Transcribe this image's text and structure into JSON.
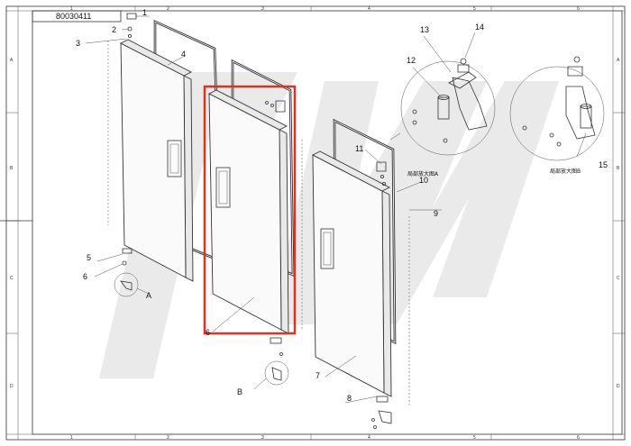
{
  "title_block": {
    "code": "80030411"
  },
  "callouts": [
    {
      "id": "c1",
      "text": "1"
    },
    {
      "id": "c2",
      "text": "2"
    },
    {
      "id": "c3",
      "text": "3"
    },
    {
      "id": "c4",
      "text": "4"
    },
    {
      "id": "c5",
      "text": "5"
    },
    {
      "id": "c6",
      "text": "6"
    },
    {
      "id": "c7",
      "text": "7"
    },
    {
      "id": "c8",
      "text": "8"
    },
    {
      "id": "c9",
      "text": "9"
    },
    {
      "id": "c10",
      "text": "10"
    },
    {
      "id": "c11",
      "text": "11"
    },
    {
      "id": "c12",
      "text": "12"
    },
    {
      "id": "c13",
      "text": "13"
    },
    {
      "id": "c14",
      "text": "14"
    },
    {
      "id": "c15",
      "text": "15"
    }
  ],
  "view_labels": {
    "a": "A",
    "b": "B"
  },
  "detail_labels": {
    "a": "局部放大图A",
    "b": "局部放大图B"
  },
  "grid": {
    "columns": [
      "1",
      "2",
      "3",
      "4",
      "5",
      "6"
    ],
    "rows": [
      "A",
      "B",
      "C",
      "D"
    ]
  },
  "highlight_color": "#e0301e"
}
